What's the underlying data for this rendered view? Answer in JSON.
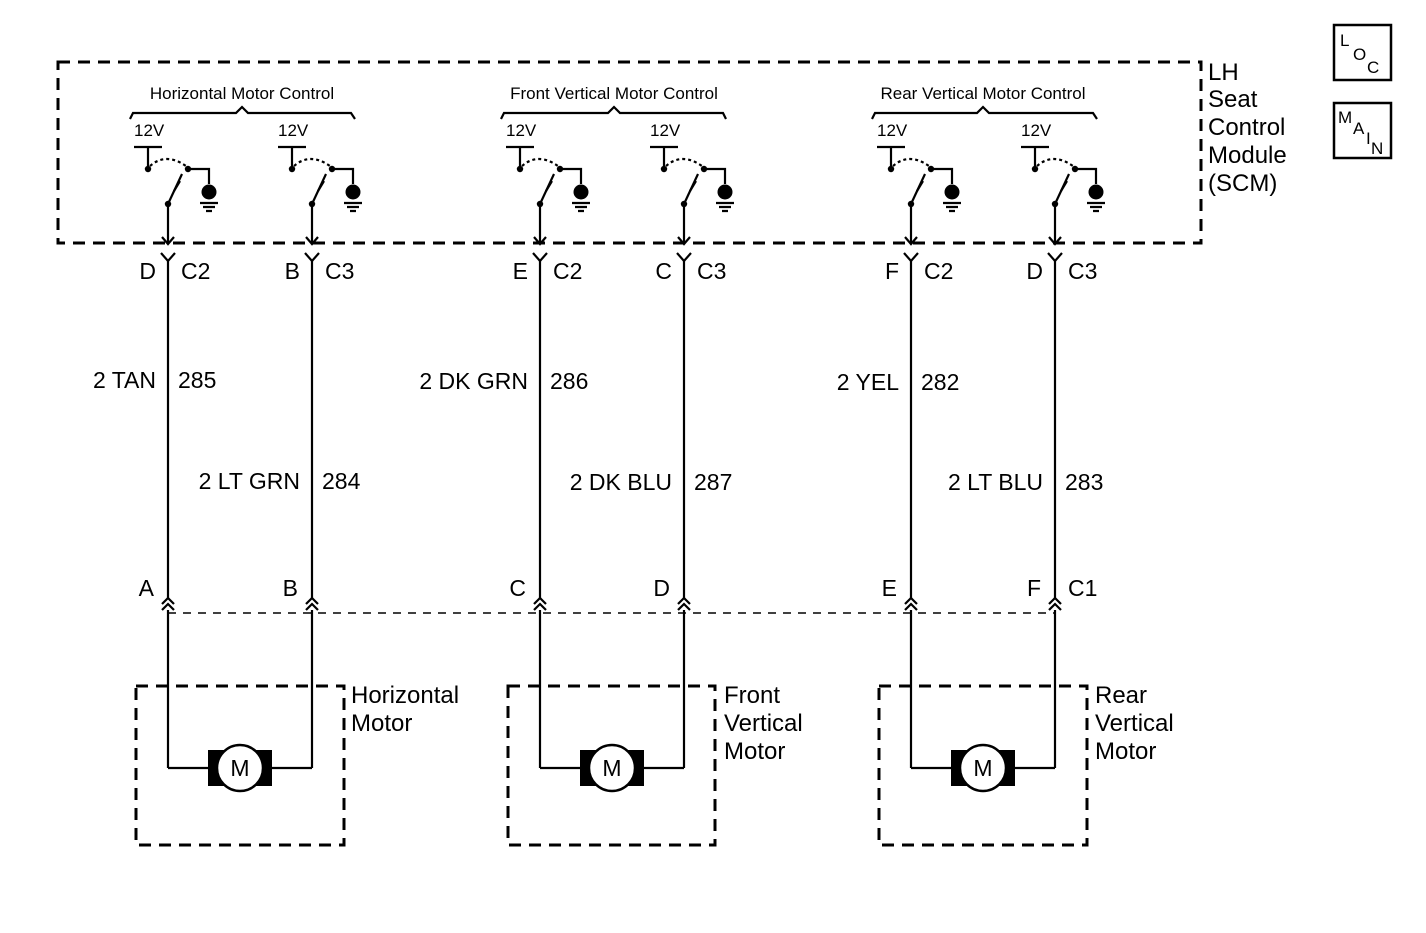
{
  "module": {
    "label_lines": [
      "LH",
      "Seat",
      "Control",
      "Module",
      "(SCM)"
    ]
  },
  "icons": {
    "loc": {
      "letters": [
        "L",
        "O",
        "C"
      ]
    },
    "main": {
      "letters": [
        "M",
        "A",
        "I",
        "N"
      ]
    }
  },
  "controls": [
    {
      "title": "Horizontal Motor Control"
    },
    {
      "title": "Front Vertical Motor Control"
    },
    {
      "title": "Rear Vertical Motor Control"
    }
  ],
  "relays": [
    {
      "supply": "12V"
    },
    {
      "supply": "12V"
    },
    {
      "supply": "12V"
    },
    {
      "supply": "12V"
    },
    {
      "supply": "12V"
    },
    {
      "supply": "12V"
    }
  ],
  "wires": [
    {
      "pin": "D",
      "connector": "C2",
      "color": "2 TAN",
      "circuit": "285",
      "motor_pin": "A"
    },
    {
      "pin": "B",
      "connector": "C3",
      "color": "2 LT GRN",
      "circuit": "284",
      "motor_pin": "B"
    },
    {
      "pin": "E",
      "connector": "C2",
      "color": "2 DK GRN",
      "circuit": "286",
      "motor_pin": "C"
    },
    {
      "pin": "C",
      "connector": "C3",
      "color": "2 DK BLU",
      "circuit": "287",
      "motor_pin": "D"
    },
    {
      "pin": "F",
      "connector": "C2",
      "color": "2 YEL",
      "circuit": "282",
      "motor_pin": "E"
    },
    {
      "pin": "D",
      "connector": "C3",
      "color": "2 LT BLU",
      "circuit": "283",
      "motor_pin": "F"
    }
  ],
  "motor_connector": "C1",
  "motors": [
    {
      "symbol": "M",
      "label_lines": [
        "Horizontal",
        "Motor"
      ]
    },
    {
      "symbol": "M",
      "label_lines": [
        "Front",
        "Vertical",
        "Motor"
      ]
    },
    {
      "symbol": "M",
      "label_lines": [
        "Rear",
        "Vertical",
        "Motor"
      ]
    }
  ]
}
